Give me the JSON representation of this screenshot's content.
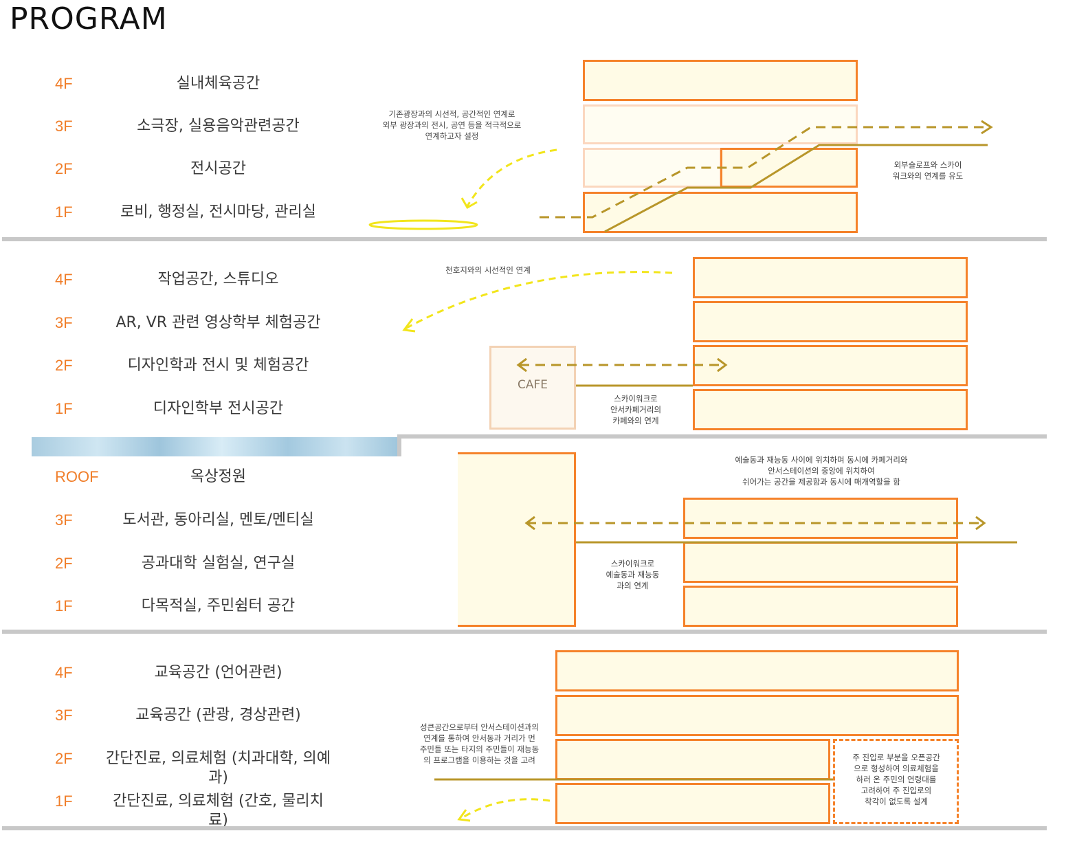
{
  "title": "PROGRAM",
  "sections": [
    {
      "floors": [
        {
          "level": "4F",
          "text": "실내체육공간"
        },
        {
          "level": "3F",
          "text": "소극장, 실용음악관련공간"
        },
        {
          "level": "2F",
          "text": "전시공간"
        },
        {
          "level": "1F",
          "text": "로비, 행정실, 전시마당, 관리실"
        }
      ],
      "notes": {
        "left": "기존광장과의 시선적, 공간적인 연계로\n외부 광장과의 전시, 공연 등을 적극적으로\n연계하고자 설정",
        "right": "외부슬로프와 스카이\n워크와의 연계를 유도"
      }
    },
    {
      "floors": [
        {
          "level": "4F",
          "text": "작업공간, 스튜디오"
        },
        {
          "level": "3F",
          "text": "AR, VR 관련 영상학부 체험공간"
        },
        {
          "level": "2F",
          "text": "디자인학과 전시 및 체험공간"
        },
        {
          "level": "1F",
          "text": "디자인학부 전시공간"
        }
      ],
      "notes": {
        "top": "천호지와의 시선적인 연계",
        "cafe": "CAFE",
        "skywalk": "스카이워크로\n안서카페거리의\n카페와의 연계"
      }
    },
    {
      "floors": [
        {
          "level": "ROOF",
          "text": "옥상정원"
        },
        {
          "level": "3F",
          "text": "도서관, 동아리실, 멘토/멘티실"
        },
        {
          "level": "2F",
          "text": "공과대학 실험실, 연구실"
        },
        {
          "level": "1F",
          "text": "다목적실, 주민쉼터 공간"
        }
      ],
      "notes": {
        "top": "예술동과 재능동 사이에 위치하며 동시에 카페거리와\n안서스테이션의 중앙에 위치하여\n쉬어가는 공간을 제공함과 동시에 매개역할을 함",
        "skywalk": "스카이워크로\n예술동과 재능동\n과의 연계"
      }
    },
    {
      "floors": [
        {
          "level": "4F",
          "text": "교육공간 (언어관련)"
        },
        {
          "level": "3F",
          "text": "교육공간 (관광, 경상관련)"
        },
        {
          "level": "2F",
          "text": "간단진료, 의료체험 (치과대학, 의예과)"
        },
        {
          "level": "1F",
          "text": "간단진료, 의료체험 (간호, 물리치료)"
        }
      ],
      "notes": {
        "left": "성큰공간으로부터 안서스테이션과의\n연계를 통하여 안서동과 거리가 먼\n주민들 또는 타지의 주민들이 재능동\n의 프로그램을 이용하는 것을 고려",
        "right": "주 진입로 부분을 오픈공간\n으로 형성하여 의료체험을\n하러 온 주민의 연령대를\n고려하여 주 진입로의\n착각이 없도록 설계"
      }
    }
  ],
  "colors": {
    "accent": "#f5822a",
    "label": "#f07e2a",
    "path": "#b8962a",
    "sightline": "#f2e51c",
    "divider": "#c8c8c8",
    "fill": "#fffbe6"
  }
}
